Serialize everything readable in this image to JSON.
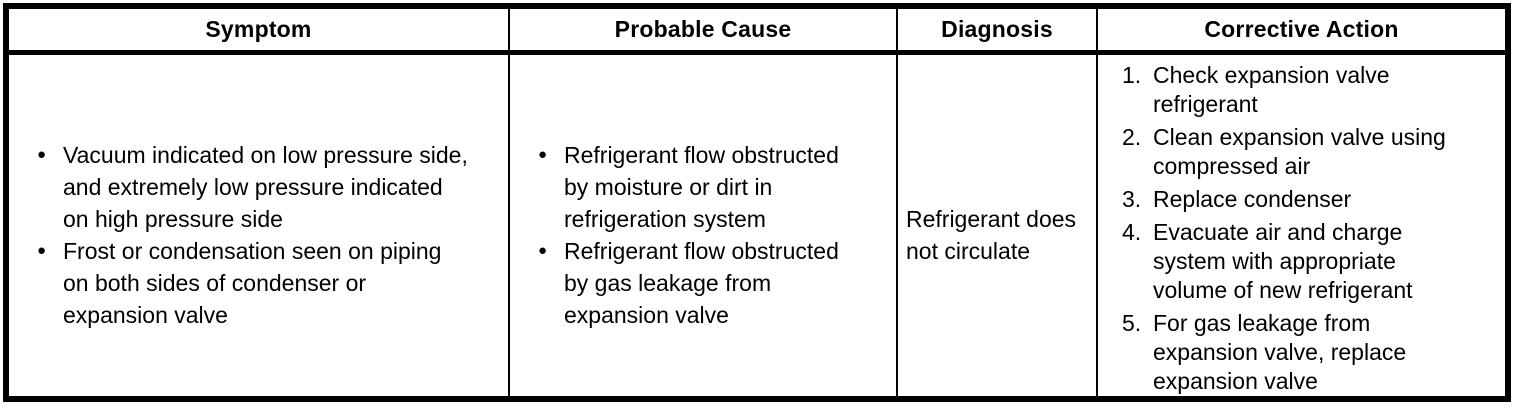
{
  "document": {
    "table": {
      "headers": [
        {
          "label": "Symptom"
        },
        {
          "label": "Probable Cause"
        },
        {
          "label": "Diagnosis"
        },
        {
          "label": "Corrective Action"
        }
      ],
      "row": {
        "symptoms": [
          {
            "bullet": "●",
            "text": "Vacuum indicated on low pressure side,\nand extremely low pressure indicated\non high pressure side"
          },
          {
            "bullet": "●",
            "text": "Frost or condensation seen on piping\non both sides of condenser or\nexpansion valve"
          }
        ],
        "probable_causes": [
          {
            "bullet": "●",
            "text": "Refrigerant flow obstructed\nby moisture or dirt in\nrefrigeration system"
          },
          {
            "bullet": "●",
            "text": "Refrigerant flow obstructed\nby gas leakage from\nexpansion valve"
          }
        ],
        "diagnosis": "Refrigerant does\nnot circulate",
        "corrective_actions": [
          {
            "num": "1.",
            "text": "Check expansion valve\nrefrigerant"
          },
          {
            "num": "2.",
            "text": "Clean expansion valve using\ncompressed air"
          },
          {
            "num": "3.",
            "text": "Replace condenser"
          },
          {
            "num": "4.",
            "text": "Evacuate air and charge\nsystem with appropriate\nvolume of new refrigerant"
          },
          {
            "num": "5.",
            "text": "For gas leakage from\nexpansion valve, replace\nexpansion valve"
          }
        ]
      }
    },
    "colors": {
      "border": "#000000",
      "background": "#ffffff",
      "text": "#000000"
    }
  }
}
